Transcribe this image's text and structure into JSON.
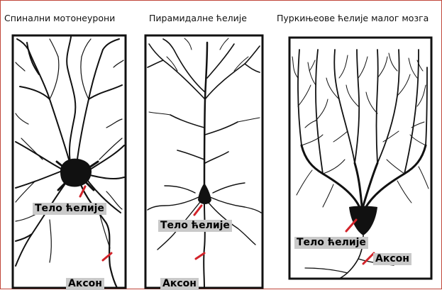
{
  "panels": [
    {
      "title": "Спинални мотонеурони",
      "cell_body_label": "Тело ћелије",
      "axon_label": "Аксон"
    },
    {
      "title": "Пирамидалне ћелије",
      "cell_body_label": "Тело ћелије",
      "axon_label": "Аксон"
    },
    {
      "title": "Пуркињеове ћелије малог мозга",
      "cell_body_label": "Тело ћелије",
      "axon_label": "Аксон"
    }
  ],
  "colors": {
    "frame": "#c0463a",
    "ink": "#111111",
    "pointer": "#d2232a",
    "label_bg": "#c9c9c9"
  }
}
